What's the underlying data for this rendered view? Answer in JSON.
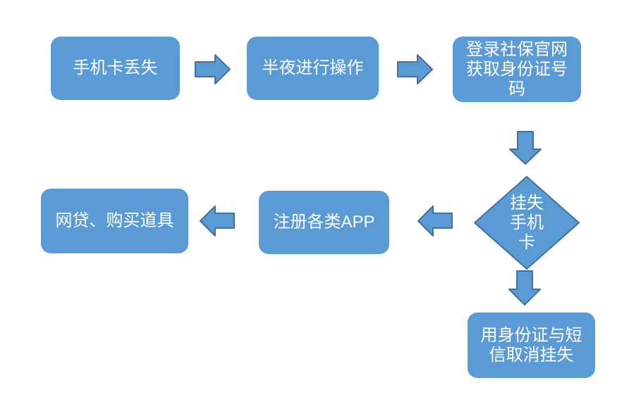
{
  "diagram": {
    "type": "flowchart",
    "background_color": "#FFFFFF",
    "colors": {
      "shape_fill": "#5B9BD5",
      "shape_border": "#41719C",
      "text": "#FFFFFF"
    },
    "nodes": [
      {
        "id": "lost-sim",
        "shape": "rounded-rectangle",
        "label": "手机卡丢失"
      },
      {
        "id": "midnight-op",
        "shape": "rounded-rectangle",
        "label": "半夜进行操作"
      },
      {
        "id": "login-social",
        "shape": "rounded-rectangle",
        "label": "登录社保官网获取身份证号码"
      },
      {
        "id": "report-loss",
        "shape": "diamond",
        "label": "挂失手机卡"
      },
      {
        "id": "register-app",
        "shape": "rounded-rectangle",
        "label": "注册各类APP"
      },
      {
        "id": "loans-props",
        "shape": "rounded-rectangle",
        "label": "网贷、购买道具"
      },
      {
        "id": "cancel-loss",
        "shape": "rounded-rectangle",
        "label": "用身份证与短信取消挂失"
      }
    ],
    "edges": [
      {
        "from": "lost-sim",
        "to": "midnight-op",
        "direction": "right"
      },
      {
        "from": "midnight-op",
        "to": "login-social",
        "direction": "right"
      },
      {
        "from": "login-social",
        "to": "report-loss",
        "direction": "down"
      },
      {
        "from": "report-loss",
        "to": "register-app",
        "direction": "left"
      },
      {
        "from": "register-app",
        "to": "loans-props",
        "direction": "left"
      },
      {
        "from": "report-loss",
        "to": "cancel-loss",
        "direction": "down"
      }
    ]
  }
}
